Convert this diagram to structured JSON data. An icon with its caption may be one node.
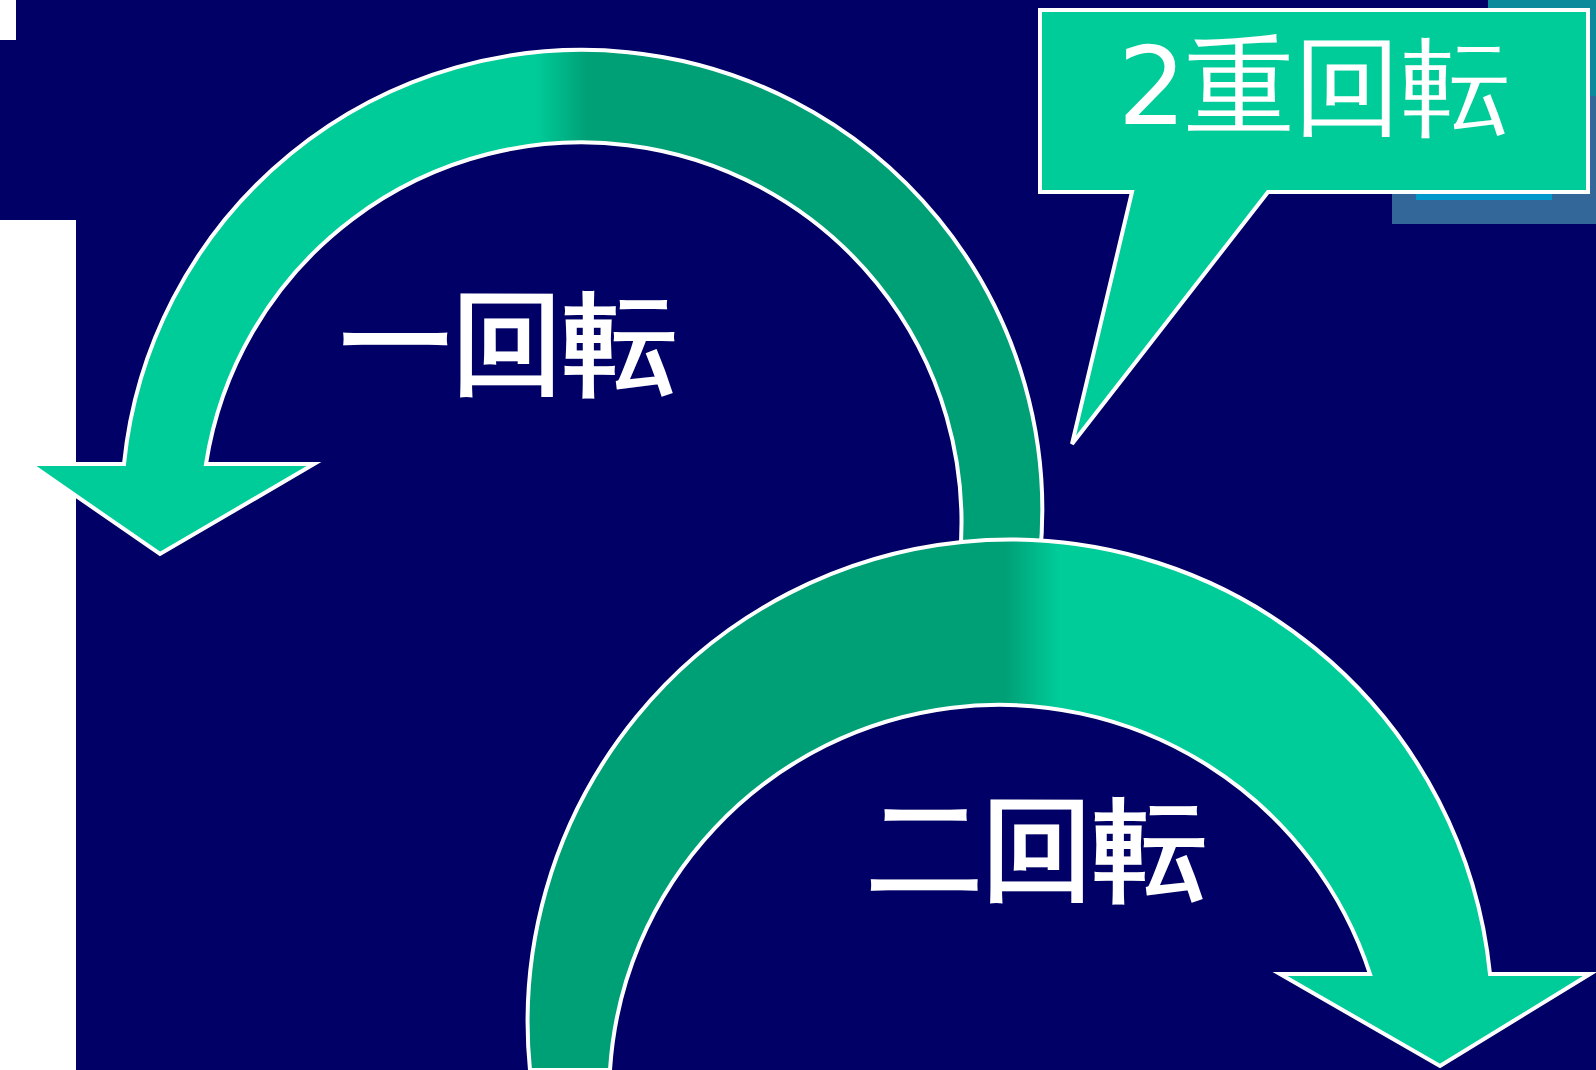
{
  "diagram": {
    "nodes": [
      {
        "text": [
          "2重回転"
        ]
      }
    ],
    "labels": [
      "一回転",
      "二回転"
    ]
  }
}
